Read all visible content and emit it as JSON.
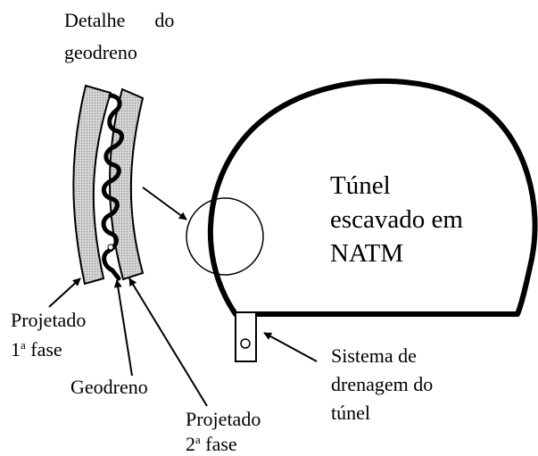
{
  "labels": {
    "detalhe_line1": "Detalhe",
    "detalhe_line1b": "do",
    "detalhe_line2": "geodreno",
    "tunel_line1": "Túnel",
    "tunel_line2": "escavado em",
    "tunel_line3": "NATM",
    "projetado1_line1": "Projetado",
    "projetado1_num": "1",
    "projetado1_sup": "a",
    "projetado1_fase": "fase",
    "geodreno": "Geodreno",
    "projetado2_line1": "Projetado",
    "projetado2_num": "2",
    "projetado2_sup": "a",
    "projetado2_fase": "fase",
    "sistema_line1": "Sistema de",
    "sistema_line2": "drenagem do",
    "sistema_line3": "túnel"
  },
  "colors": {
    "stroke": "#000000",
    "layer_fill": "#d4d4d4",
    "background": "#ffffff"
  }
}
